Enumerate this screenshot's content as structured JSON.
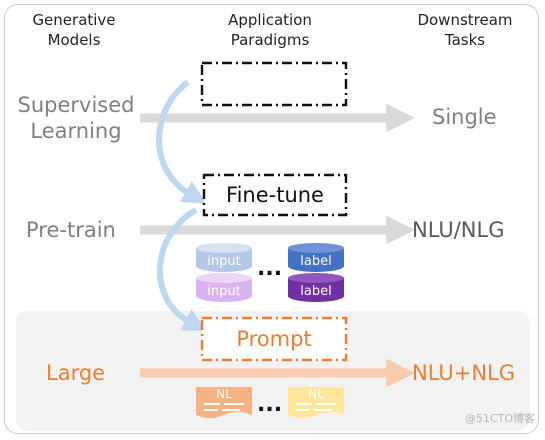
{
  "headers": {
    "col1": "Generative\nModels",
    "col2": "Application\nParadigms",
    "col3": "Downstream\nTasks"
  },
  "rows": {
    "supervised": {
      "model": "Supervised\nLearning",
      "task": "Single"
    },
    "pretrain": {
      "model": "Pre-train",
      "paradigm": "Fine-tune",
      "task": "NLU/NLG"
    },
    "large": {
      "model": "Large",
      "paradigm": "Prompt",
      "task": "NLU+NLG"
    }
  },
  "data_items": {
    "input": "input",
    "label": "label",
    "nl": "NL",
    "ellipsis": "..."
  },
  "watermark": "@51CTO博客",
  "colors": {
    "gray_text": "#7f7f7f",
    "orange": "#ed7d31",
    "arrow_gray": "#d9d9d9",
    "arrow_orange": "#f8cbad",
    "input_light_blue": "#b4c7e7",
    "input_light_purple": "#d9b3f0",
    "label_blue": "#4472c4",
    "label_purple": "#7030a0",
    "nl_orange": "#f4b183",
    "nl_yellow": "#ffe699",
    "highlight_bg": "#f2f2f2",
    "curve_blue": "#bdd7ee"
  }
}
